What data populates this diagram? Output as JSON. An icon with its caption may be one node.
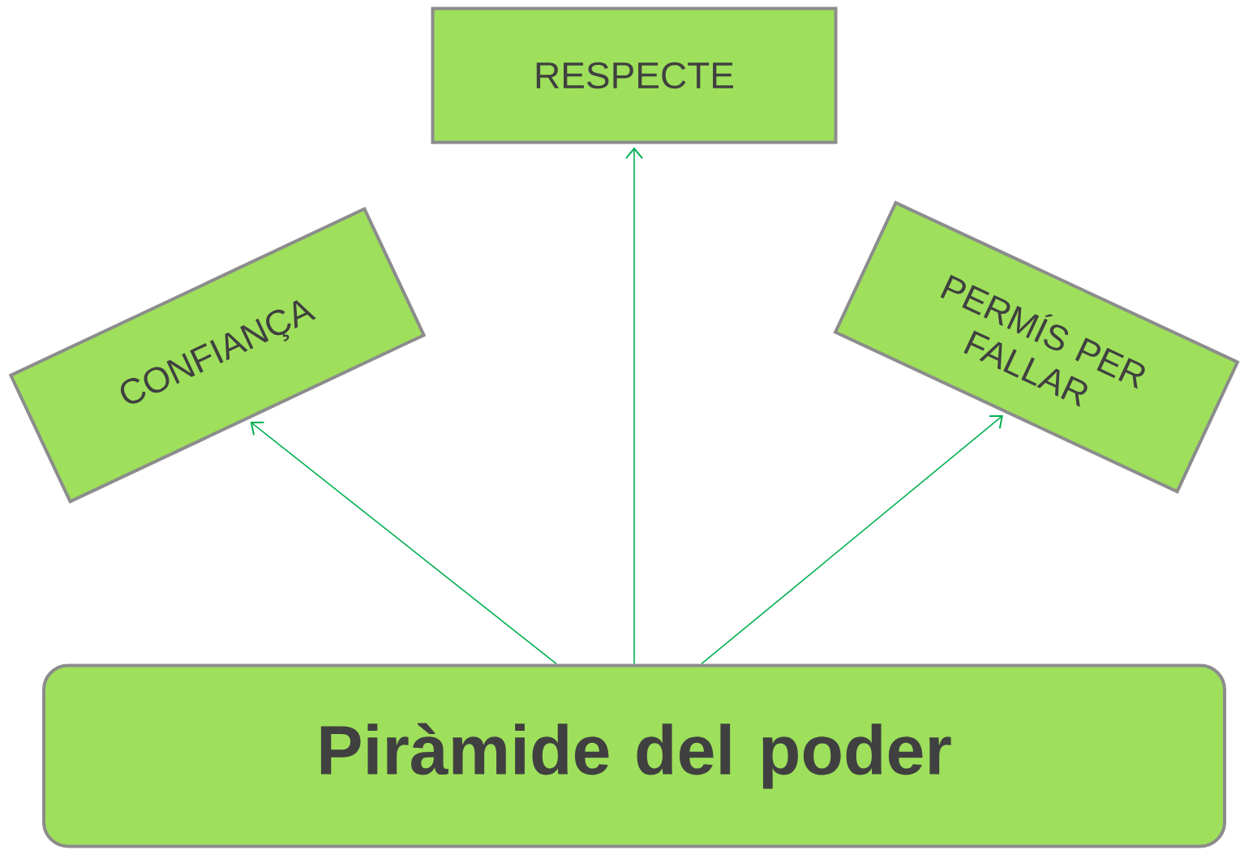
{
  "diagram": {
    "nodes": [
      {
        "text": [
          "RESPECTE"
        ]
      },
      {
        "text": [
          "CONFIANÇA"
        ]
      },
      {
        "text": [
          "PERMÍS PER FALLAR"
        ]
      },
      {
        "text": [
          "Piràmide del poder"
        ]
      }
    ],
    "edges": [
      {
        "from": 3,
        "to": 1,
        "arrow": "to"
      },
      {
        "from": 3,
        "to": 0,
        "arrow": "to"
      },
      {
        "from": 3,
        "to": 2,
        "arrow": "to"
      }
    ]
  }
}
